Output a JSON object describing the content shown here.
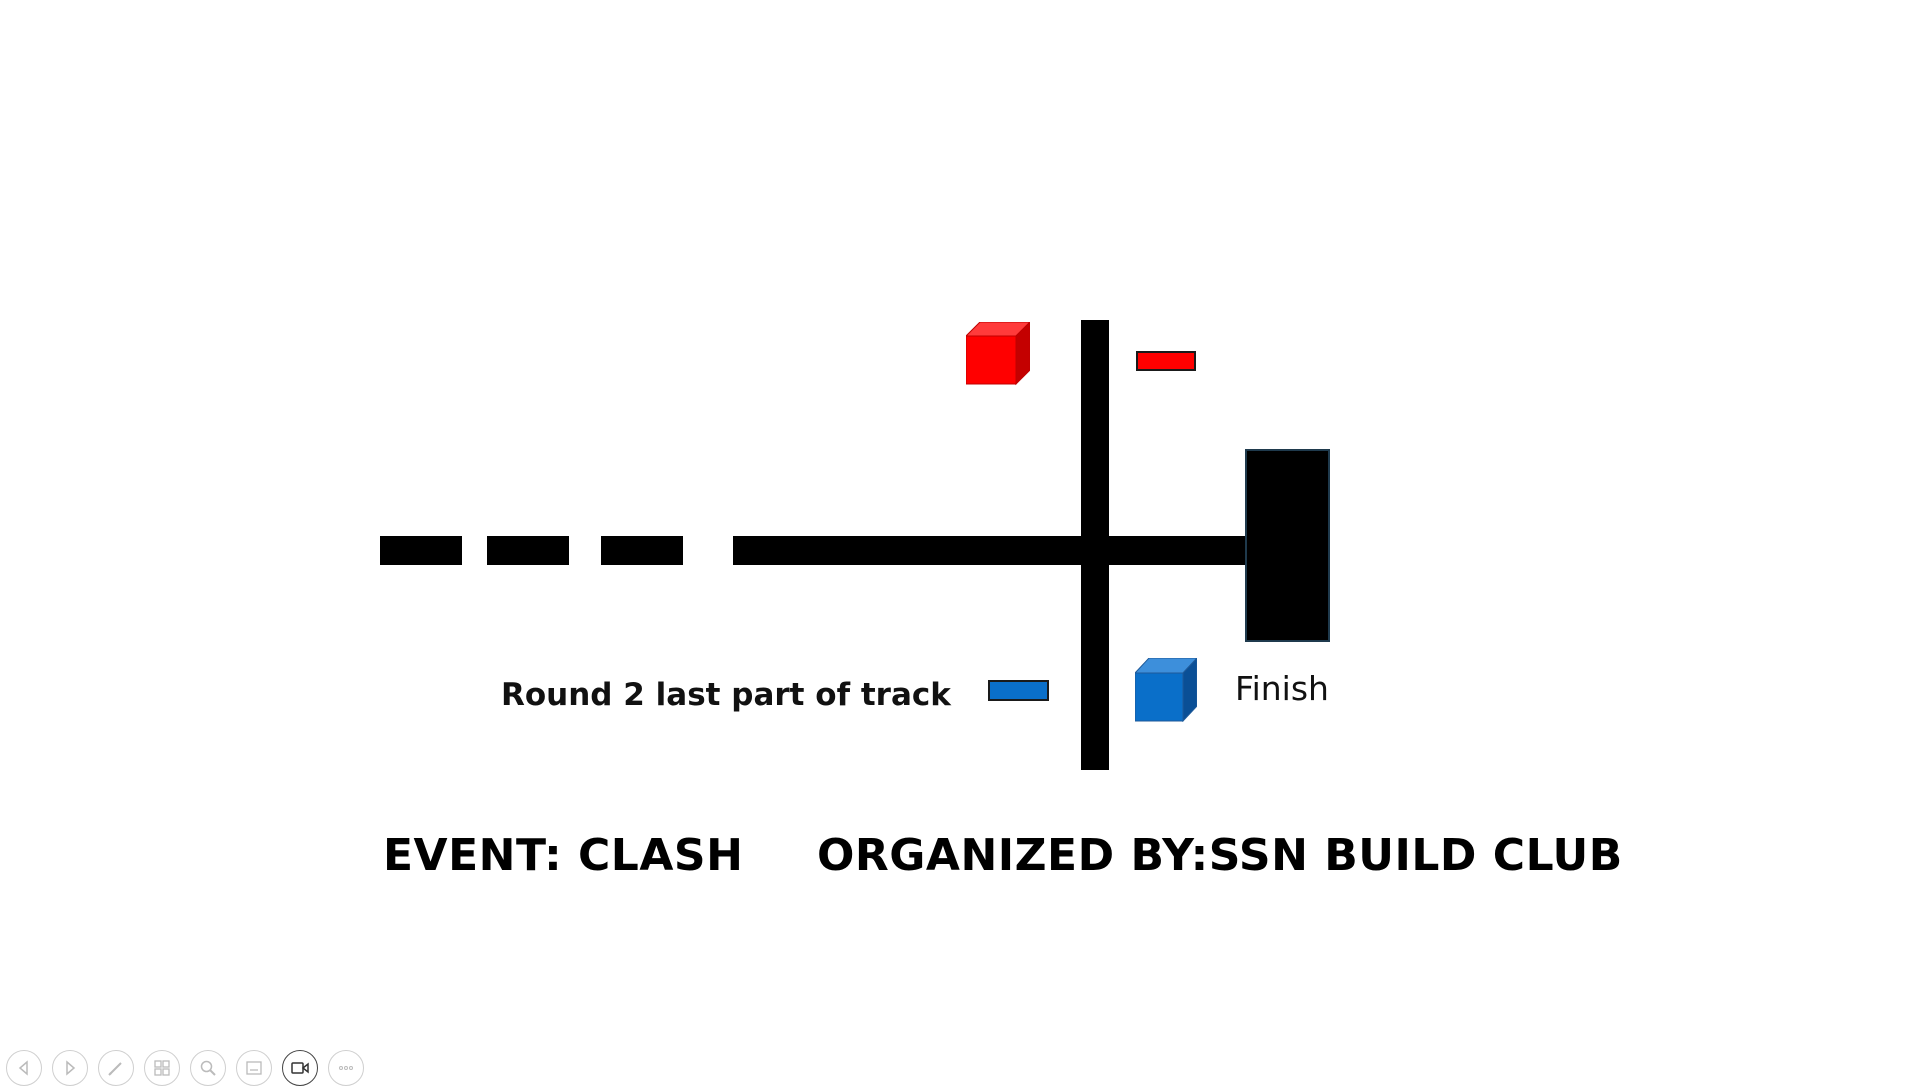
{
  "slide": {
    "caption": "Round 2 last part of track",
    "finish_label": "Finish",
    "event_label": "EVENT: CLASH",
    "organizer_label": "ORGANIZED BY:SSN BUILD CLUB"
  },
  "colors": {
    "red": "#ff0000",
    "blue": "#0a6fc9",
    "track": "#000000"
  },
  "toolbar": {
    "buttons": [
      {
        "name": "previous-icon"
      },
      {
        "name": "next-icon"
      },
      {
        "name": "pen-icon"
      },
      {
        "name": "slides-grid-icon"
      },
      {
        "name": "zoom-icon"
      },
      {
        "name": "subtitles-icon"
      },
      {
        "name": "camera-icon"
      },
      {
        "name": "more-icon"
      }
    ]
  }
}
